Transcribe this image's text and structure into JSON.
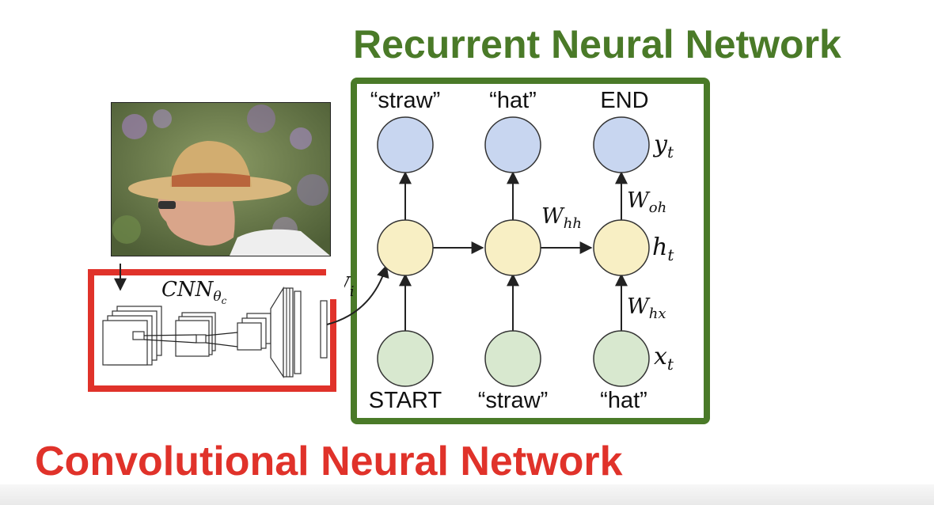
{
  "rnn": {
    "title": "Recurrent Neural Network",
    "output_words": [
      "“straw”",
      "“hat”",
      "END"
    ],
    "input_words": [
      "START",
      "“straw”",
      "“hat”"
    ],
    "labels": {
      "y": "y",
      "y_sub": "t",
      "h": "h",
      "h_sub": "t",
      "x": "x",
      "x_sub": "t",
      "w_hh": "W",
      "w_hh_sub": "hh",
      "w_oh": "W",
      "w_oh_sub": "oh",
      "w_hx": "W",
      "w_hx_sub": "hx",
      "w_ih_partial": "W",
      "w_ih_sub_partial": "i"
    }
  },
  "cnn": {
    "title": "Convolutional Neural Network",
    "label": "CNN",
    "label_sub": "θ",
    "label_subsub": "c"
  },
  "colors": {
    "rnn_green": "#4a7a28",
    "cnn_red": "#e0322a",
    "output_node": "#c8d6f0",
    "hidden_node": "#f8efc4",
    "input_node": "#d8e8cf",
    "node_stroke": "#333333"
  },
  "photo": {
    "icon": "man-with-straw-hat-photo"
  }
}
